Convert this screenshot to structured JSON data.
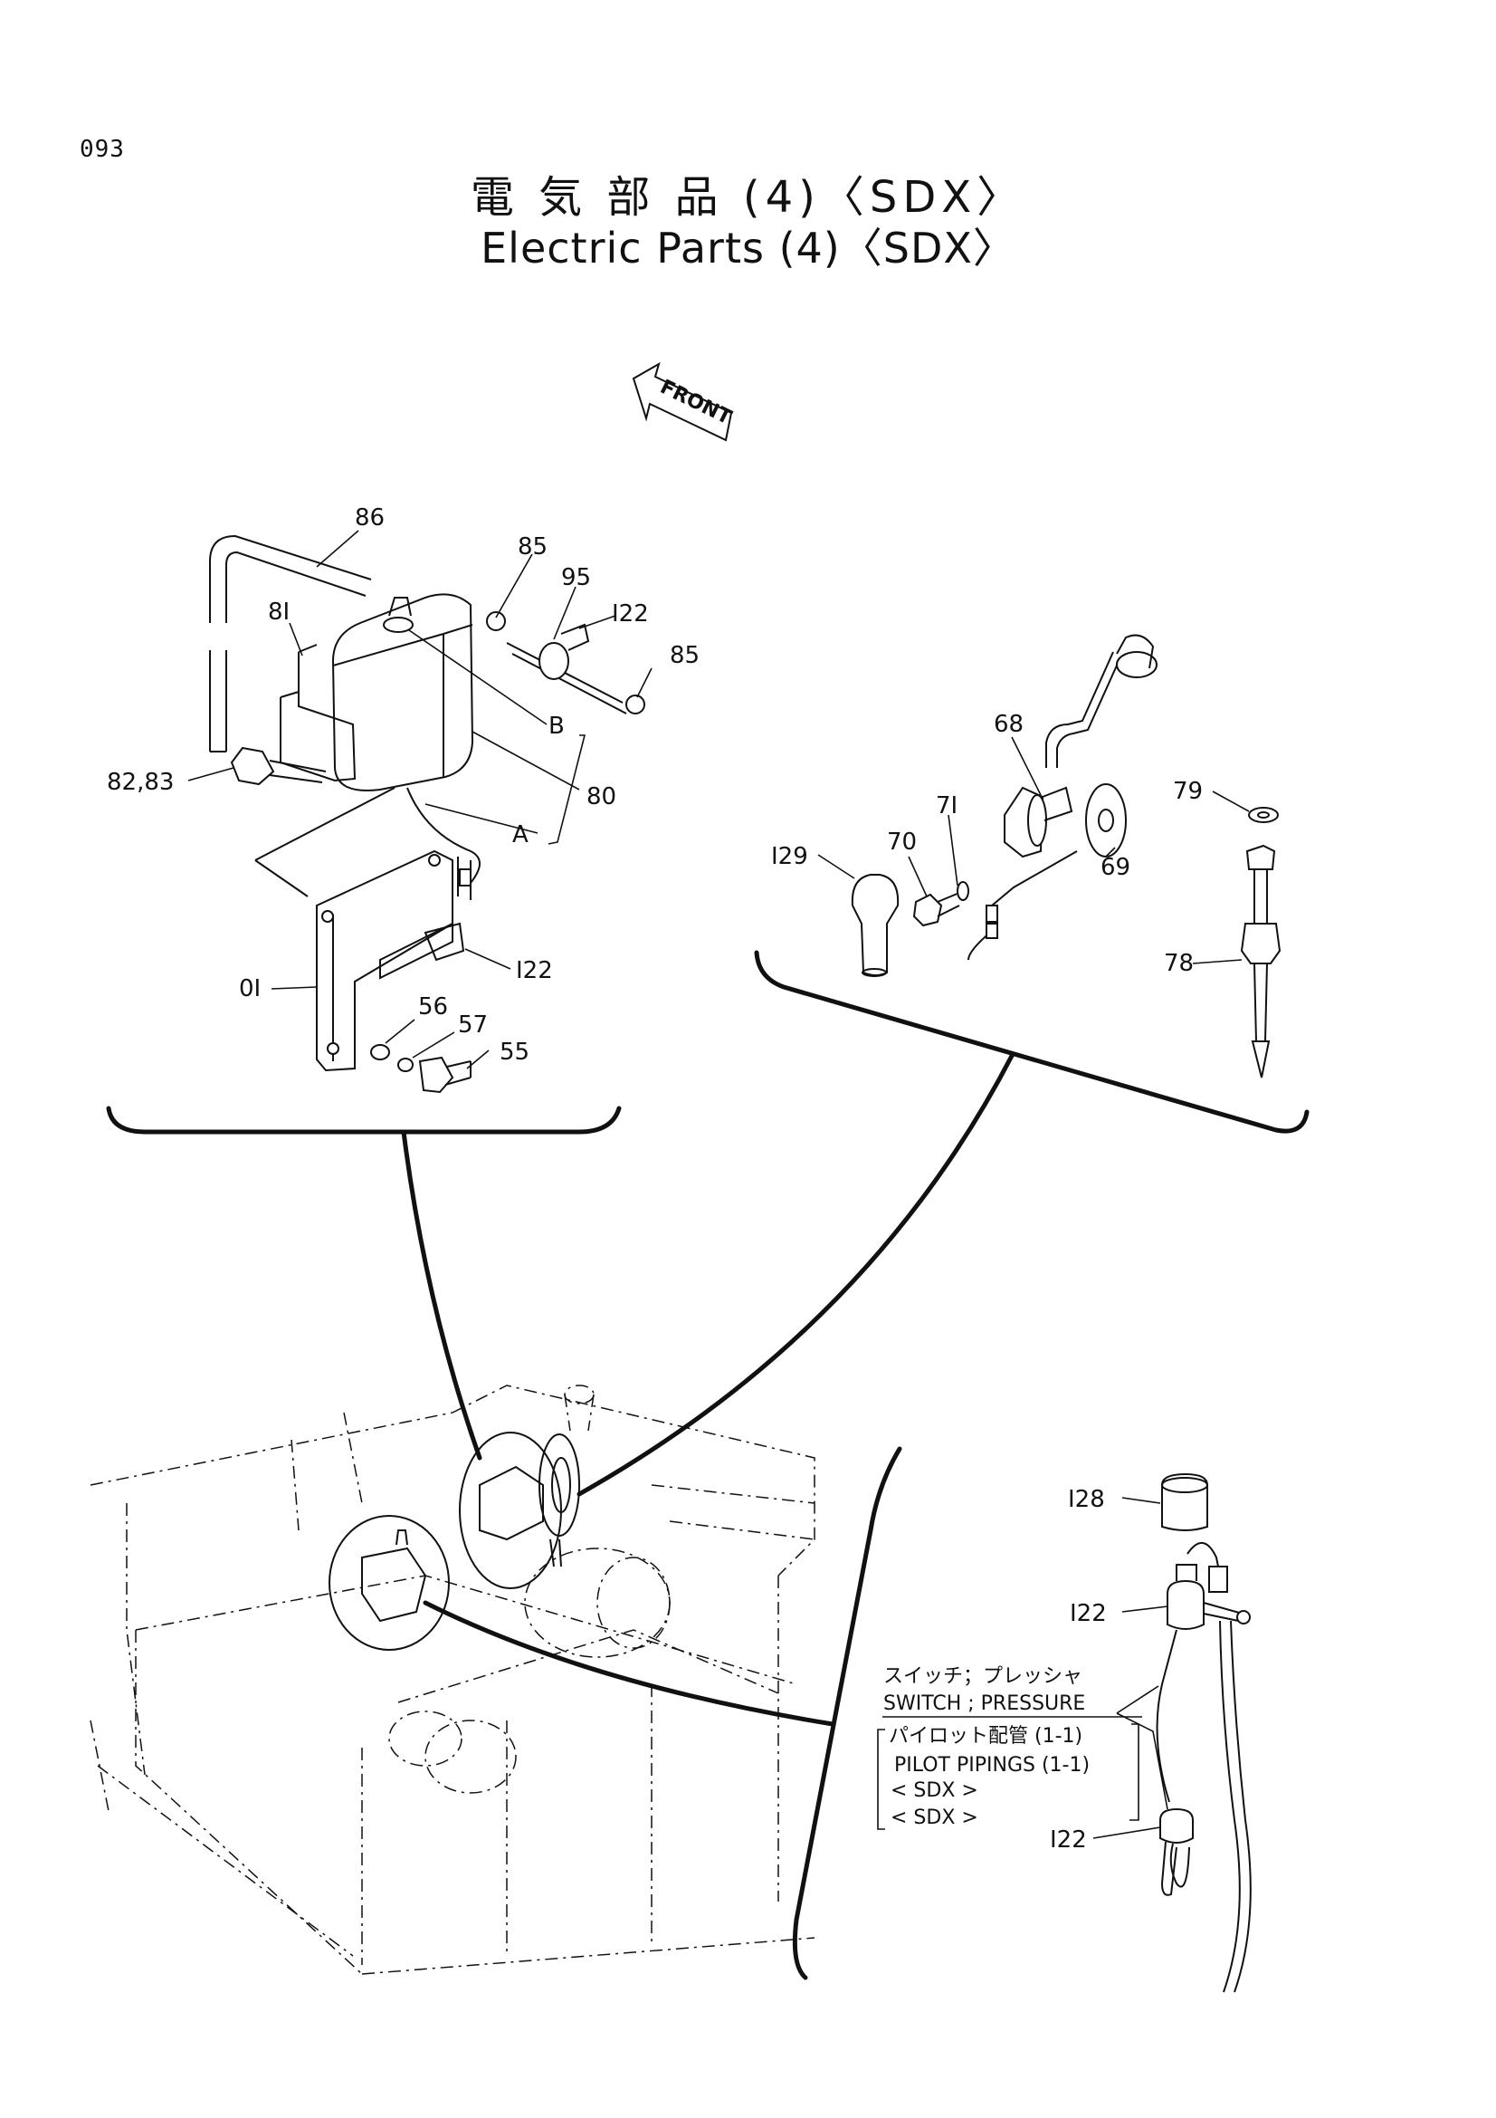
{
  "header": {
    "page_number": "093",
    "title_jp": "電 気 部 品 (4)〈SDX〉",
    "title_en": "Electric Parts (4)〈SDX〉"
  },
  "front_arrow": {
    "label": "FRONT"
  },
  "callouts": {
    "c86": "86",
    "c85a": "85",
    "c95": "95",
    "c122a": "I22",
    "c85b": "85",
    "c81": "8I",
    "cB": "B",
    "c82": "82,83",
    "c80": "80",
    "cA": "A",
    "c01": "0I",
    "c122b": "I22",
    "c56": "56",
    "c57": "57",
    "c55": "55",
    "c68": "68",
    "c71": "7I",
    "c79": "79",
    "c70": "70",
    "c129": "I29",
    "c69": "69",
    "c78": "78",
    "c128": "I28",
    "c122c": "I22",
    "c122d": "I22"
  },
  "notes": {
    "switch_jp": "スイッチ；プレッシャ",
    "switch_en": "SWITCH ; PRESSURE",
    "pilot_jp": "パイロット配管 (1-1)",
    "pilot_en": "PILOT  PIPINGS (1-1)",
    "sdx1": "< SDX >",
    "sdx2": "< SDX >"
  }
}
